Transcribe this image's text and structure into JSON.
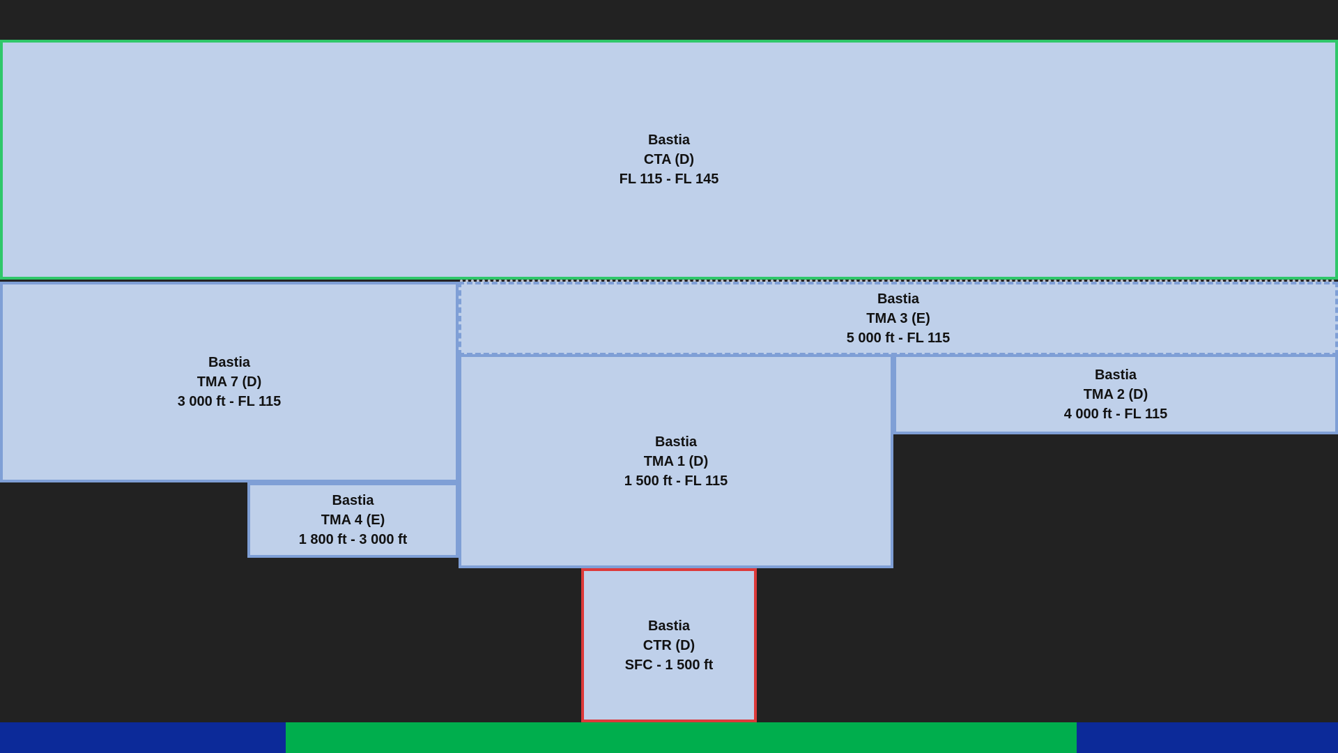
{
  "colors": {
    "background": "#222222",
    "zone_fill": "#bfd0ea",
    "zone_border": "#7f9fd6",
    "cta_border": "#2fc76a",
    "ctr_border": "#dd3a3a",
    "bar_blue": "#0c2a99",
    "bar_green": "#00ae4d"
  },
  "zones": {
    "cta": {
      "name": "Bastia",
      "designation": "CTA  (D)",
      "limits": "FL 115 - FL 145"
    },
    "tma3": {
      "name": "Bastia",
      "designation": "TMA 3 (E)",
      "limits": "5 000 ft - FL 115"
    },
    "tma7": {
      "name": "Bastia",
      "designation": "TMA 7 (D)",
      "limits": "3 000 ft - FL 115"
    },
    "tma1": {
      "name": "Bastia",
      "designation": "TMA 1 (D)",
      "limits": "1 500 ft - FL 115"
    },
    "tma2": {
      "name": "Bastia",
      "designation": "TMA 2 (D)",
      "limits": "4 000 ft - FL 115"
    },
    "tma4": {
      "name": "Bastia",
      "designation": "TMA 4  (E)",
      "limits": "1 800 ft - 3 000 ft"
    },
    "ctr": {
      "name": "Bastia",
      "designation": "CTR (D)",
      "limits": "SFC - 1 500 ft"
    }
  }
}
